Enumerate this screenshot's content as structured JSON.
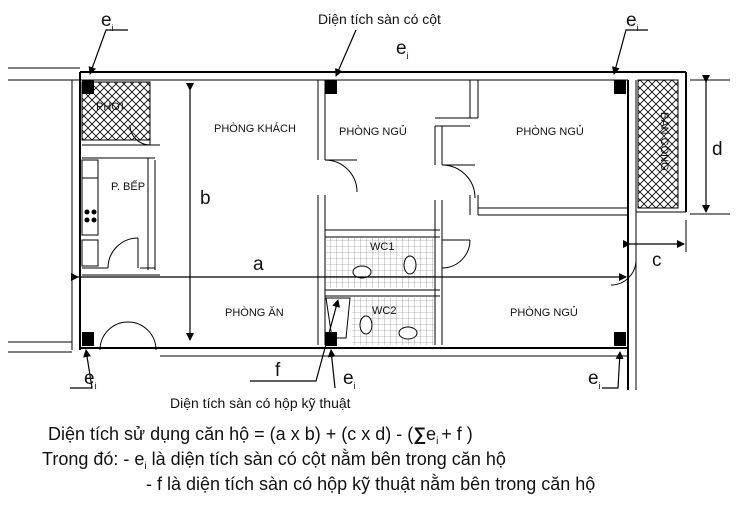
{
  "labels": {
    "column_area_top": "Diện tích sàn có cột",
    "tech_box_area": "Diện tích sàn có hộp kỹ thuật",
    "e_top_left": "e",
    "e_top_center": "e",
    "e_top_right": "e",
    "e_bottom_left": "e",
    "e_bottom_center": "e",
    "e_bottom_right": "e",
    "e_subscript": "i",
    "f": "f",
    "a": "a",
    "b": "b",
    "c": "c",
    "d": "d"
  },
  "rooms": {
    "phoi": "PHƠI",
    "living": "PHÒNG KHÁCH",
    "bedroom_1": "PHÒNG NGỦ",
    "bedroom_2": "PHÒNG NGỦ",
    "bedroom_3": "PHÒNG NGỦ",
    "kitchen": "P. BẾP",
    "dining": "PHÒNG ĂN",
    "wc1": "WC1",
    "wc2": "WC2",
    "balcony": "BAN CÔNG"
  },
  "formula": {
    "part1": "Diện tích sử dụng căn hộ = (a x b) + (c x d) - (",
    "sigma": "∑",
    "e": "e",
    "e_sub": "i",
    "part2": "+ f )",
    "where_prefix": "Trong đó: - e",
    "where_sub": "i",
    "where_rest": " là diện tích sàn có cột nằm bên trong căn hộ",
    "line3": "- f là diện tích sàn có hộp kỹ thuật nằm bên trong căn hộ"
  }
}
